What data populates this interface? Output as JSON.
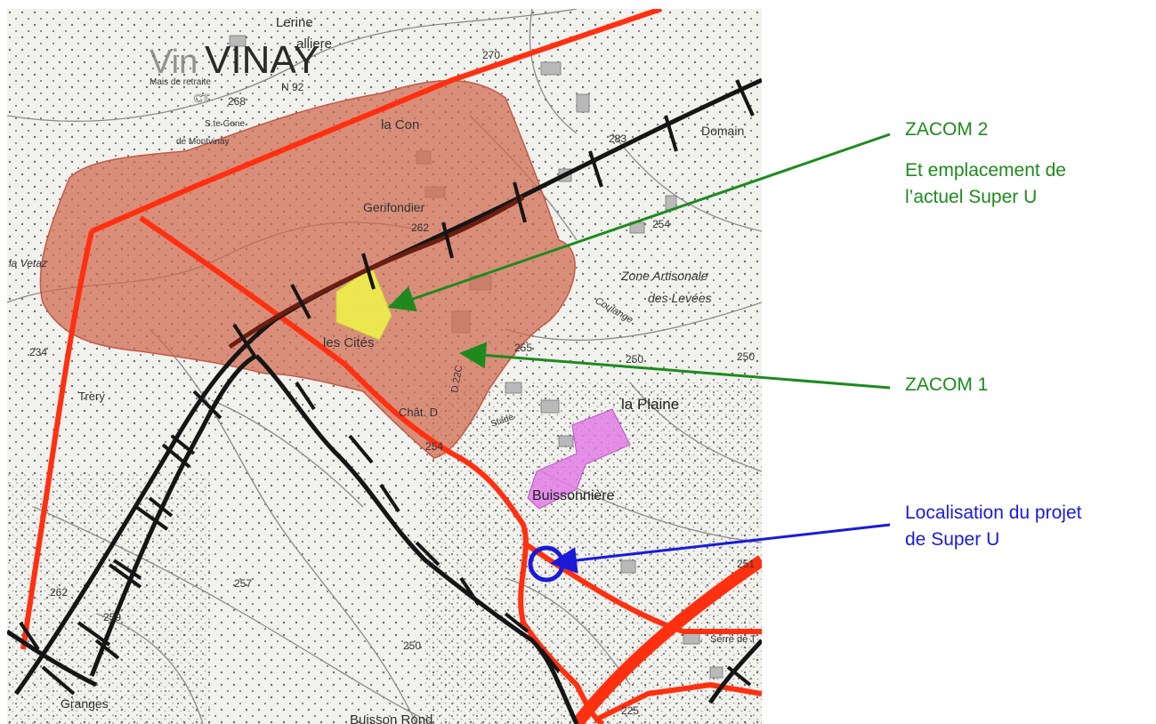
{
  "colors": {
    "commune_boundary": "#ff3010",
    "railway": "#151515",
    "urban_zone": "#d0684e",
    "zacom2_zone": "#eef44a",
    "other_zone": "#e27ce6",
    "zacom_arrows": "#1e8a1e",
    "project_marker": "#1a1ad8"
  },
  "map": {
    "title": "VINAY",
    "place_names": {
      "vinay_small": "Vin",
      "lerine": "Lerine",
      "valliere": "alliere",
      "la_con": "la Con",
      "gerifondier": "Gerifondier",
      "domaine": "Domain",
      "zone_artisanale": "Zone Artisonale",
      "des_levees": "des Levées",
      "coulange": "Coulange",
      "les_cites": "les Cités",
      "chat_d": "Chât. D",
      "la_plaine": "la Plaine",
      "buissonniere": "Buissonnière",
      "trery": "Trery",
      "granges": "Granges",
      "buisson_rond": "Buisson Rond",
      "serre_de": "Serre de T",
      "la_vetaz": "la Vetaz",
      "stade": "Stade",
      "mais_retraite": "Mais de retraite",
      "ct": "CT",
      "ste_gene": "S.te Gene",
      "de_montvinay": "de Montvinay"
    },
    "elevations": [
      "270",
      "268",
      "283",
      "254",
      "255",
      "250",
      "251",
      "250",
      "257",
      "262",
      "259",
      "250",
      "234",
      "225",
      "262",
      "254"
    ],
    "road_label": "N 92",
    "road_label_2": "D 22C"
  },
  "callouts": {
    "zacom2_title": "ZACOM 2",
    "zacom2_line1": "Et emplacement de",
    "zacom2_line2": "l’actuel Super U",
    "zacom1_title": "ZACOM 1",
    "project_line1": "Localisation du projet",
    "project_line2": "de Super U"
  }
}
